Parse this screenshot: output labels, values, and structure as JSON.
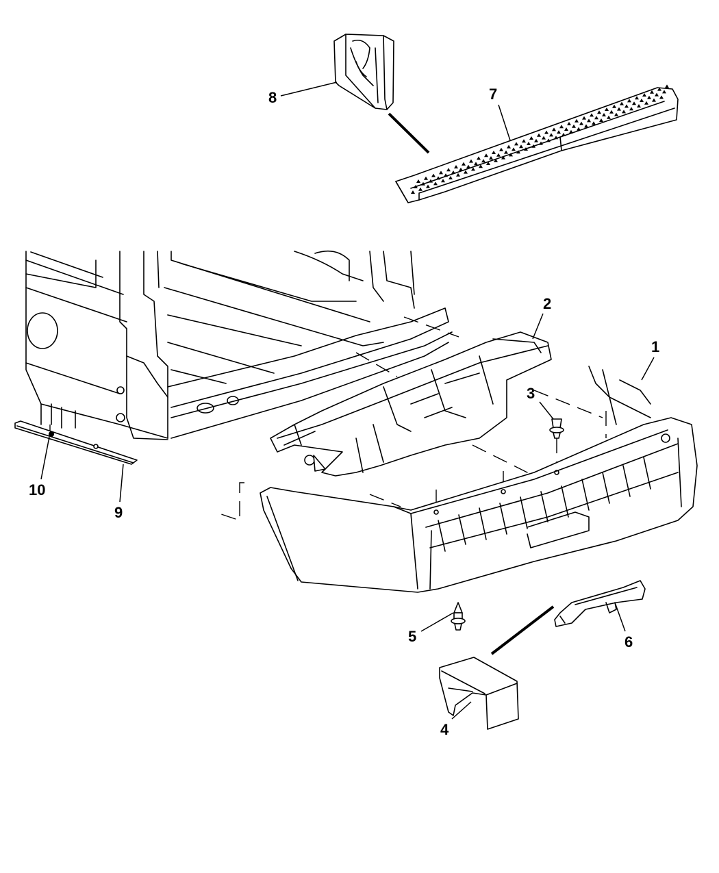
{
  "diagram": {
    "title": "Rear Bumper Assembly (exploded view)",
    "callouts": [
      {
        "id": "1",
        "label": "1",
        "part": "bumper-fascia"
      },
      {
        "id": "2",
        "label": "2",
        "part": "bumper-reinforcement-bracket"
      },
      {
        "id": "3",
        "label": "3",
        "part": "push-pin-fastener"
      },
      {
        "id": "4",
        "label": "4",
        "part": "tow-hook-cover"
      },
      {
        "id": "5",
        "label": "5",
        "part": "push-pin-fastener"
      },
      {
        "id": "6",
        "label": "6",
        "part": "tow-hook-bezel"
      },
      {
        "id": "7",
        "label": "7",
        "part": "step-pad"
      },
      {
        "id": "8",
        "label": "8",
        "part": "retaining-clip"
      },
      {
        "id": "9",
        "label": "9",
        "part": "lower-seal-strip"
      },
      {
        "id": "10",
        "label": "10",
        "part": "fastener-rivet"
      }
    ]
  }
}
